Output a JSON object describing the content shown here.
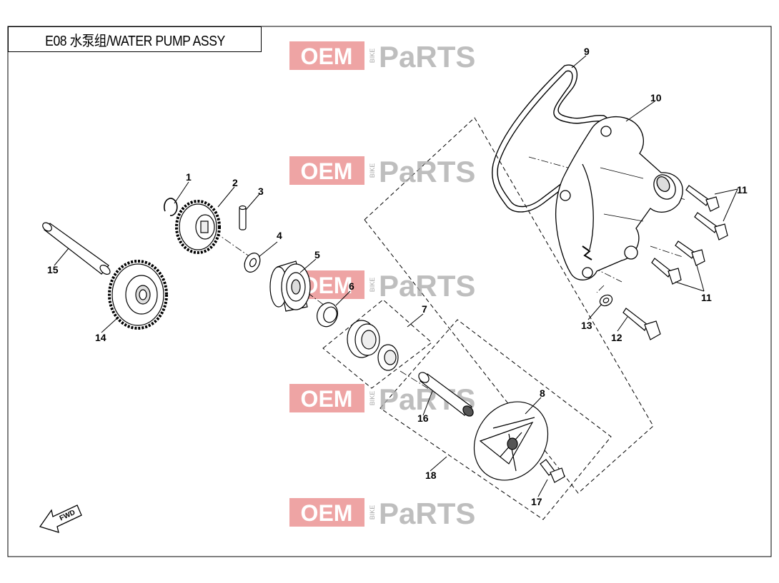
{
  "title": "E08 水泵组/WATER PUMP ASSY",
  "watermark": {
    "oem": "OEM",
    "bike": "BIKE",
    "parts": "PaRTS",
    "color_red": "#e05a5a",
    "color_grey": "#a9a9a9"
  },
  "direction_label": "FWD",
  "callouts": [
    {
      "id": "1",
      "label": "1"
    },
    {
      "id": "2",
      "label": "2"
    },
    {
      "id": "3",
      "label": "3"
    },
    {
      "id": "4",
      "label": "4"
    },
    {
      "id": "5",
      "label": "5"
    },
    {
      "id": "6",
      "label": "6"
    },
    {
      "id": "7",
      "label": "7"
    },
    {
      "id": "8",
      "label": "8"
    },
    {
      "id": "9",
      "label": "9"
    },
    {
      "id": "10",
      "label": "10"
    },
    {
      "id": "11a",
      "label": "11"
    },
    {
      "id": "11b",
      "label": "11"
    },
    {
      "id": "12",
      "label": "12"
    },
    {
      "id": "13",
      "label": "13"
    },
    {
      "id": "14",
      "label": "14"
    },
    {
      "id": "15",
      "label": "15"
    },
    {
      "id": "16",
      "label": "16"
    },
    {
      "id": "17",
      "label": "17"
    },
    {
      "id": "18",
      "label": "18"
    }
  ]
}
